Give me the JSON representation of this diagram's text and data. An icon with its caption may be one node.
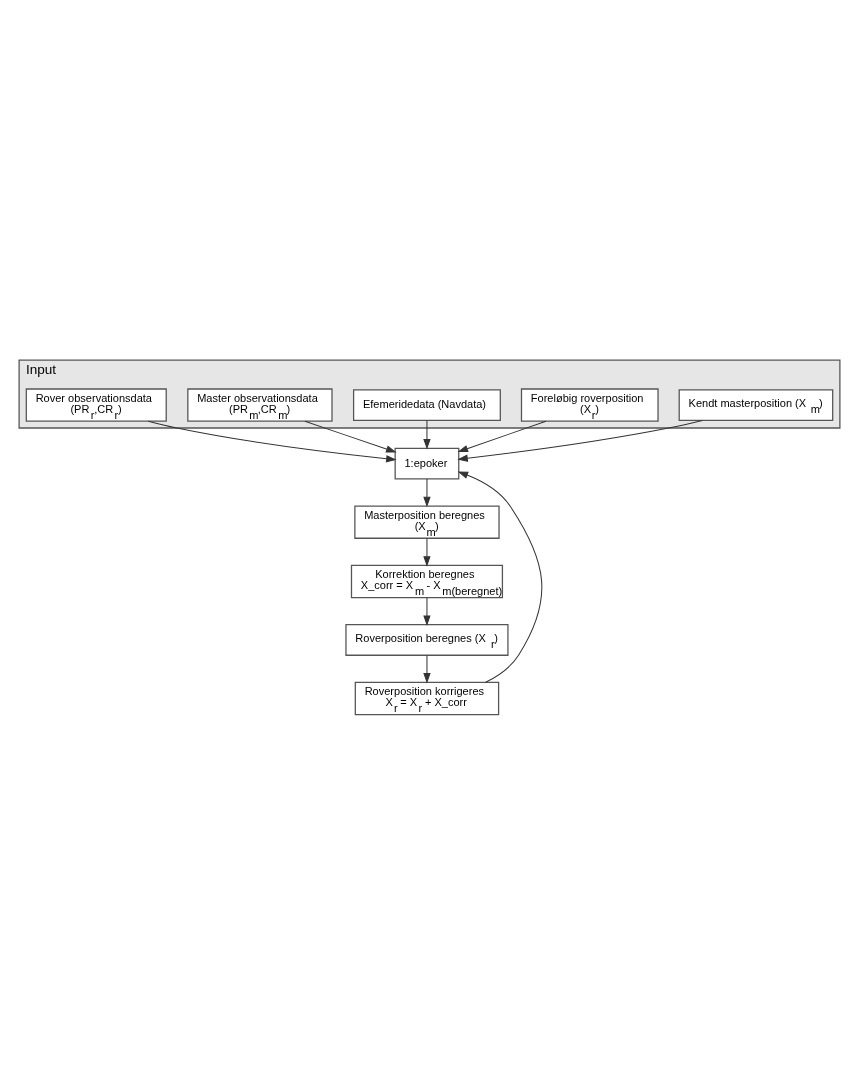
{
  "diagram": {
    "nodes": [
      {
        "text": [
          "Input"
        ]
      },
      {
        "text": [
          "Kendt masterposition (X$_{m}$)"
        ],
        "in": 0
      },
      {
        "text": [
          "Foreløbig roverposition (X$_{r}$)"
        ],
        "in": 0
      },
      {
        "text": [
          "Efemeridedata (Navdata)"
        ],
        "in": 0
      },
      {
        "text": [
          "Master observationsdata (PR$_{m}$,CR$_{m}$)"
        ],
        "in": 0
      },
      {
        "text": [
          "Rover observationsdata (PR$_{r}$,CR$_{r}$)"
        ],
        "in": 0
      },
      {
        "text": [
          "1:epoker"
        ]
      },
      {
        "text": [
          "Masterposition beregnes (X$_{m}$)"
        ]
      },
      {
        "text": [
          "Korrektion beregnes",
          "X_corr = X$_{m}$ - X$_{m(beregnet)}$"
        ]
      },
      {
        "text": [
          "Roverposition beregnes (X$_{r}$)"
        ]
      },
      {
        "text": [
          "Roverposition korrigeres",
          "X$_{r}$ = X$_{r}$ + X_corr"
        ]
      }
    ],
    "edges": [
      {
        "from": 3,
        "to": 6,
        "arrow": "to"
      },
      {
        "from": 1,
        "to": 6,
        "arrow": "to"
      },
      {
        "from": 4,
        "to": 6,
        "arrow": "to"
      },
      {
        "from": 2,
        "to": 6,
        "arrow": "to"
      },
      {
        "from": 5,
        "to": 6,
        "arrow": "to"
      },
      {
        "from": 6,
        "to": 7,
        "arrow": "to"
      },
      {
        "from": 7,
        "to": 8,
        "arrow": "to"
      },
      {
        "from": 8,
        "to": 9,
        "arrow": "to"
      },
      {
        "from": 9,
        "to": 10,
        "arrow": "to"
      },
      {
        "from": 10,
        "to": 6,
        "arrow": "to"
      }
    ]
  }
}
